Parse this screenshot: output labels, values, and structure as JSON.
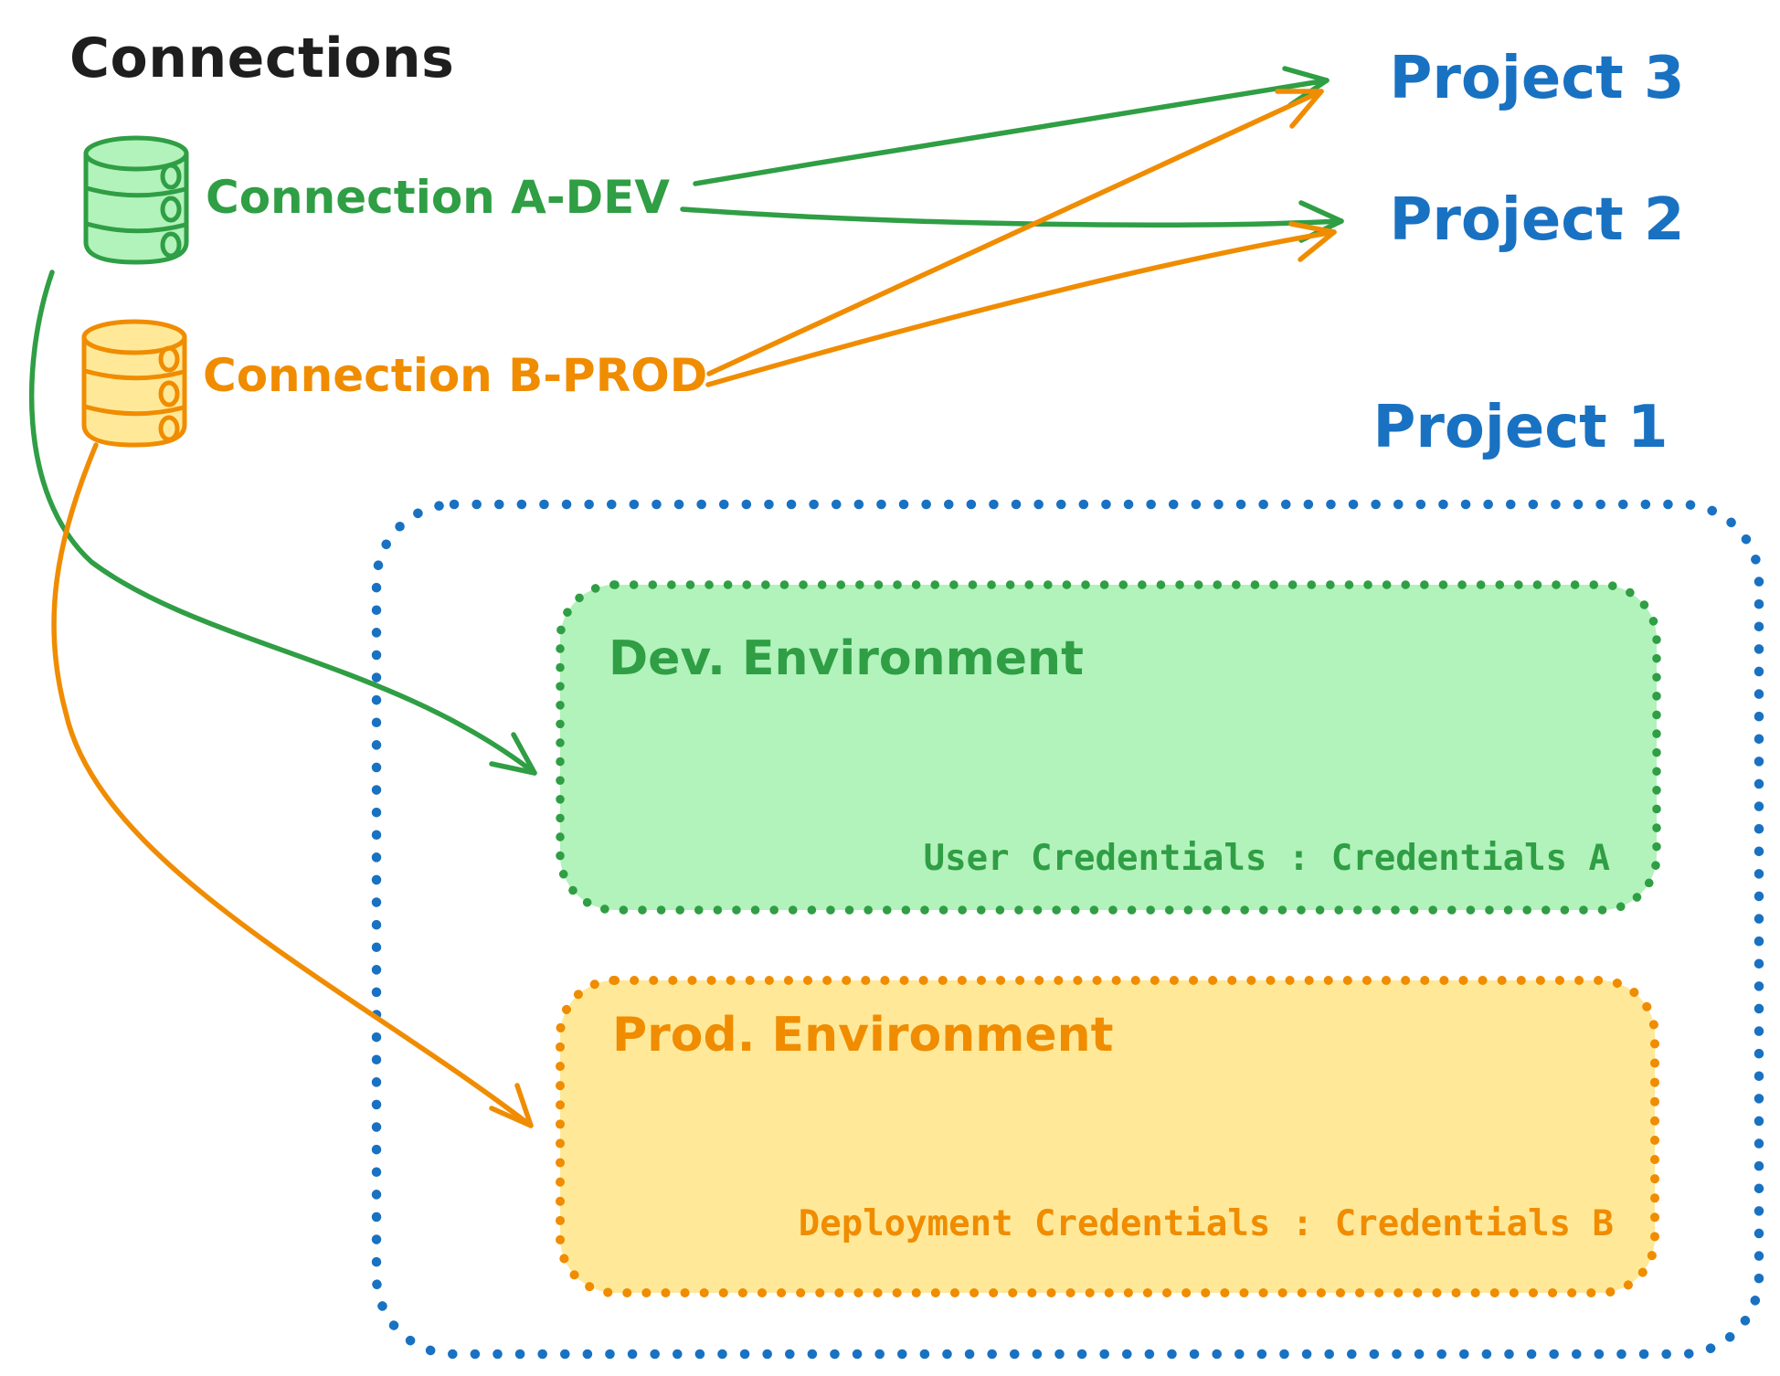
{
  "title": "Connections",
  "connections": {
    "a_dev": {
      "label": "Connection A-DEV",
      "icon": "database-cylinder-icon",
      "color": "#2f9e44"
    },
    "b_prod": {
      "label": "Connection B-PROD",
      "icon": "database-cylinder-icon",
      "color": "#f08c00"
    }
  },
  "projects": {
    "project3": {
      "label": "Project 3"
    },
    "project2": {
      "label": "Project 2"
    },
    "project1": {
      "label": "Project 1"
    }
  },
  "environments": {
    "dev": {
      "label": "Dev. Environment",
      "credentials_label": "User Credentials : Credentials A"
    },
    "prod": {
      "label": "Prod. Environment",
      "credentials_label": "Deployment Credentials : Credentials B"
    }
  },
  "edges": [
    {
      "from": "Connection A-DEV",
      "to": "Project 3"
    },
    {
      "from": "Connection A-DEV",
      "to": "Project 2"
    },
    {
      "from": "Connection B-PROD",
      "to": "Project 3"
    },
    {
      "from": "Connection B-PROD",
      "to": "Project 2"
    },
    {
      "from": "Connection A-DEV",
      "to": "Project 1 Dev. Environment"
    },
    {
      "from": "Connection B-PROD",
      "to": "Project 1 Prod. Environment"
    }
  ],
  "colors": {
    "dev_green": "#2f9e44",
    "dev_green_fill": "#b2f2bb",
    "prod_orange": "#f08c00",
    "prod_orange_fill": "#ffe999",
    "project_blue": "#1971c2",
    "title_black": "#1e1e1e",
    "background": "#ffffff"
  }
}
